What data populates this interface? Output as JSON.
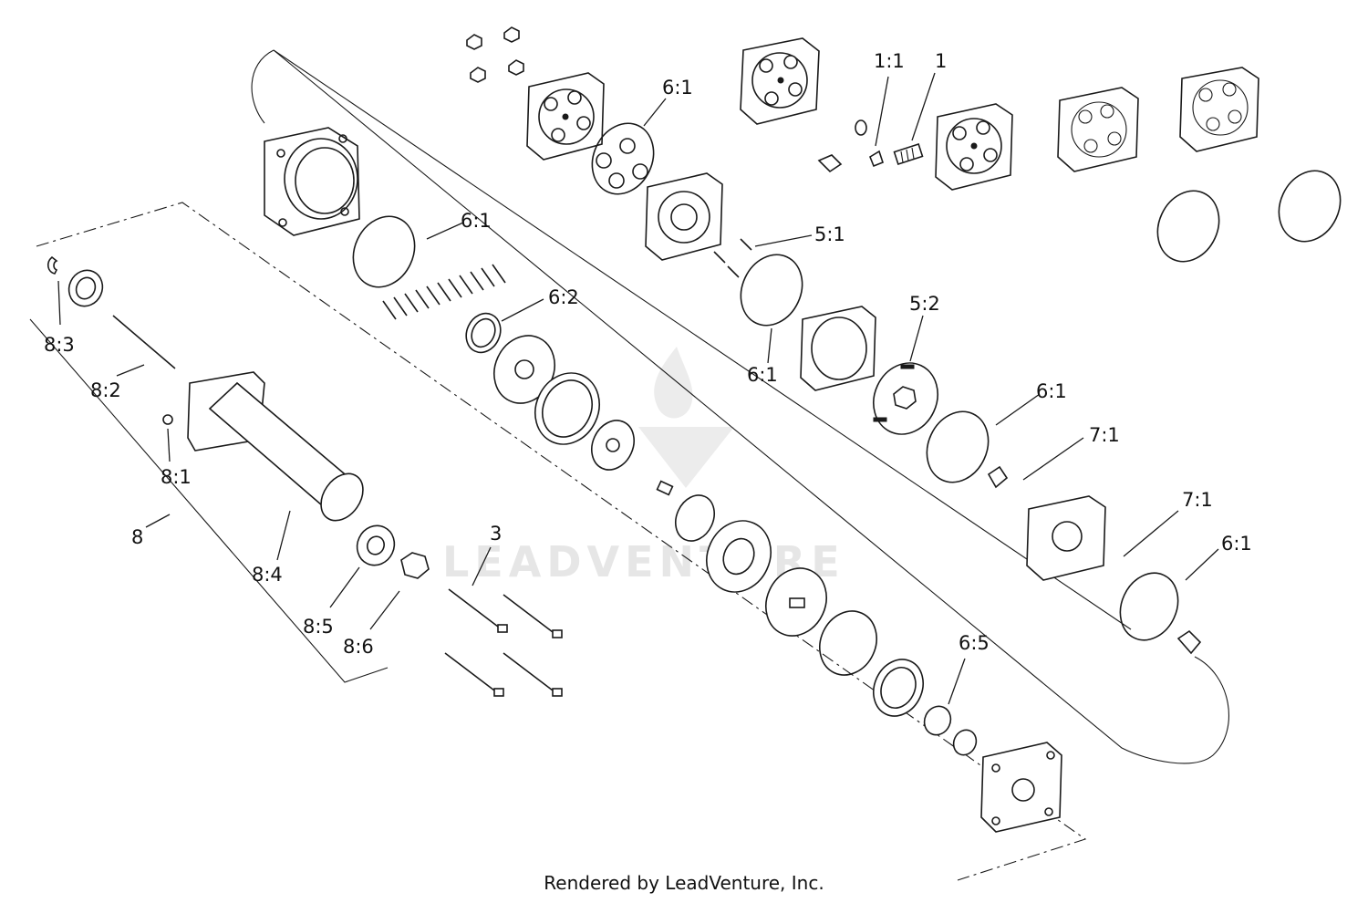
{
  "diagram": {
    "callouts": [
      "1",
      "1:1",
      "3",
      "5:1",
      "5:2",
      "6:1",
      "6:2",
      "6:5",
      "7:1",
      "8",
      "8:1",
      "8:2",
      "8:3",
      "8:4",
      "8:5",
      "8:6"
    ]
  },
  "watermark": {
    "brand": "LEADVENTURE"
  },
  "footer": {
    "credit": "Rendered by LeadVenture, Inc."
  }
}
